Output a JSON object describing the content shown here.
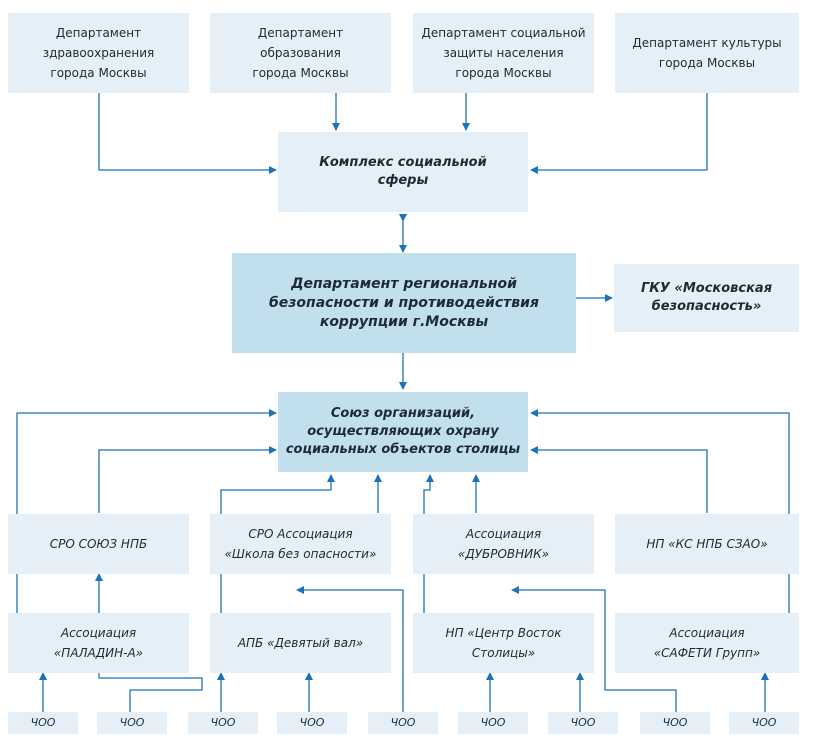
{
  "departments": [
    "Департамент\nздравоохранения\nгорода Москвы",
    "Департамент\nобразования\nгорода Москвы",
    "Департамент социальной\nзащиты населения\nгорода Москвы",
    "Департамент культуры\nгорода Москвы"
  ],
  "complex": "Комплекс социальной\nсферы",
  "department_security": "Департамент региональной\nбезопасности и противодействия\nкоррупции г.Москвы",
  "gku": "ГКУ «Московская\nбезопасность»",
  "union": "Союз организаций,\nосуществляющих охрану\nсоциальных объектов столицы",
  "middle_row": [
    "СРО СОЮЗ НПБ",
    "СРО Ассоциация\n«Школа без опасности»",
    "Ассоциация\n«ДУБРОВНИК»",
    "НП «КС НПБ СЗАО»"
  ],
  "lower_row": [
    "Ассоциация\n«ПАЛАДИН-А»",
    "АПБ «Девятый вал»",
    "НП «Центр Восток\nСтолицы»",
    "Ассоциация\n«САФЕТИ Групп»"
  ],
  "choo": [
    "ЧОО",
    "ЧОО",
    "ЧОО",
    "ЧОО",
    "ЧОО",
    "ЧОО",
    "ЧОО",
    "ЧОО",
    "ЧОО"
  ],
  "colors": {
    "box": "#e4eff8",
    "box_dark": "#c2dfee",
    "line": "#1e72b8"
  }
}
